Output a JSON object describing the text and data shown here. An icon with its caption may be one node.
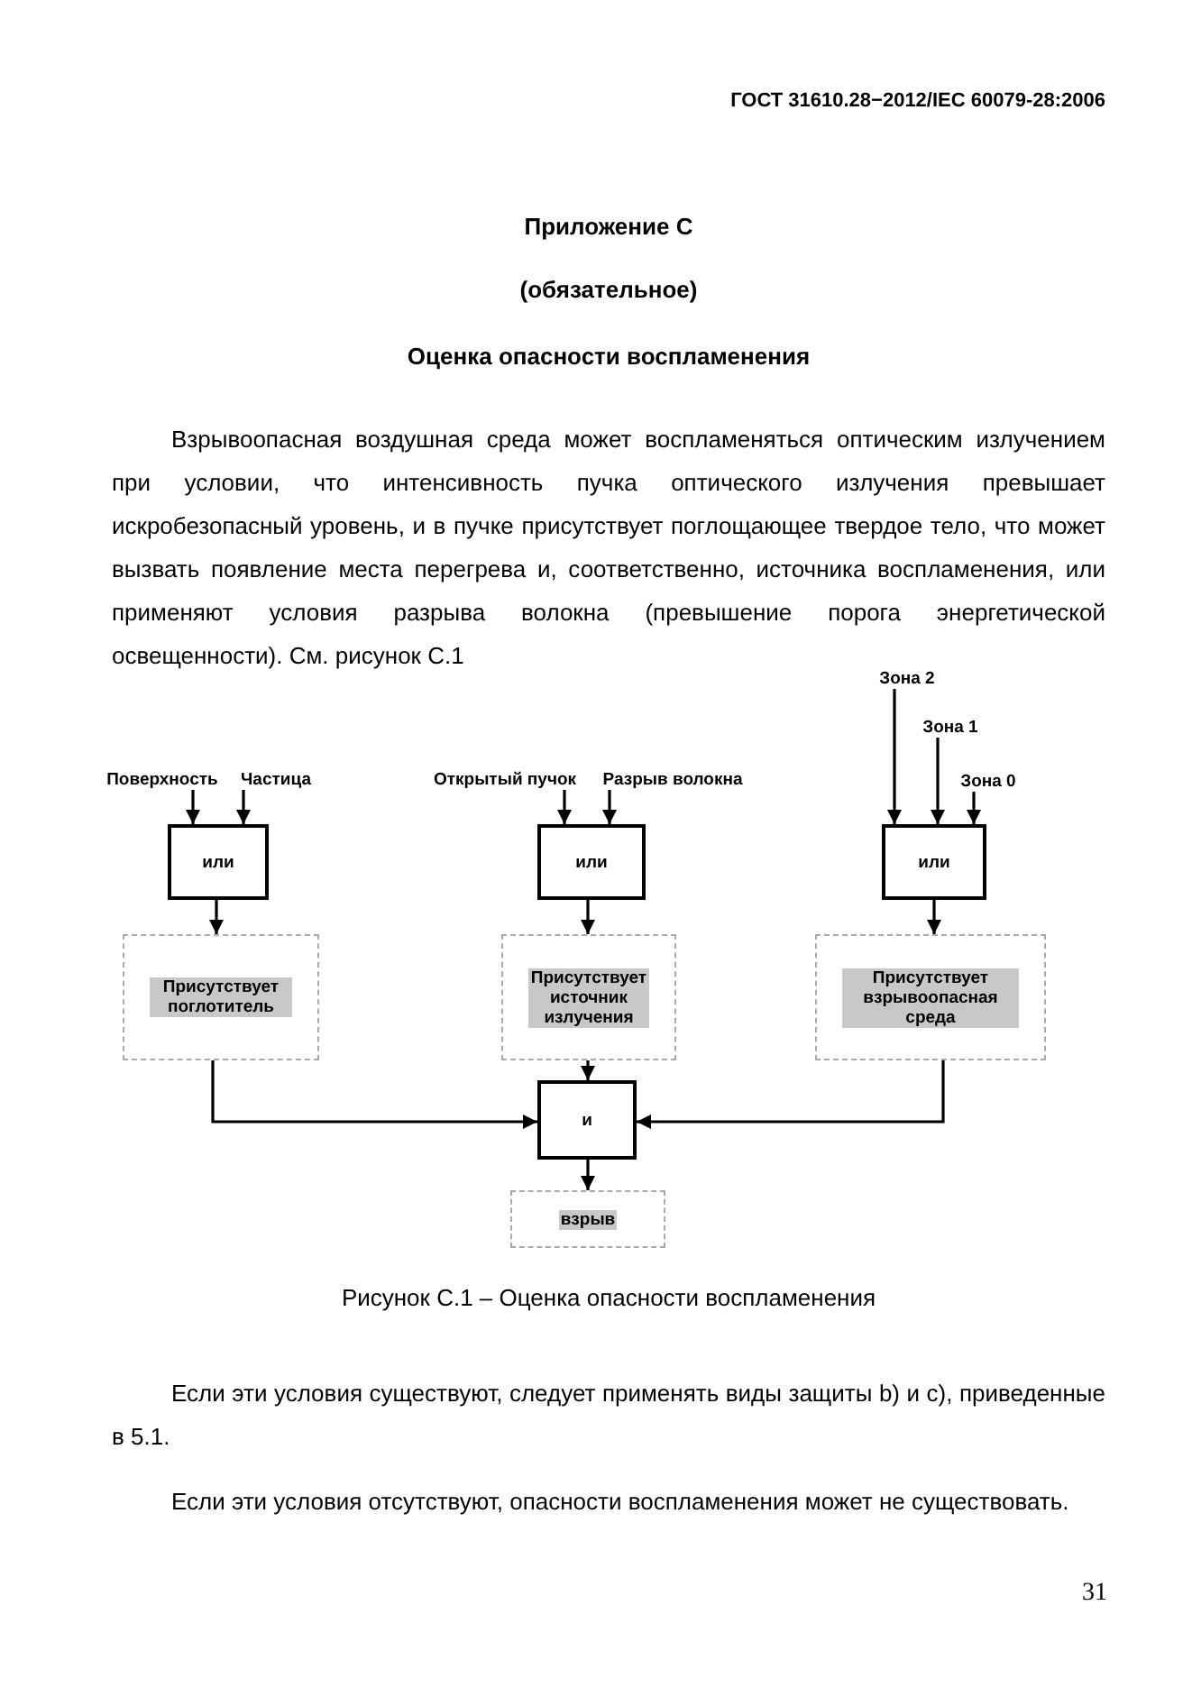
{
  "diagram": {
    "caption": "Рисунок С.1 – Оценка опасности воспламенения",
    "nodes": [
      {
        "text": [
          "Поверхность"
        ]
      },
      {
        "text": [
          "Частица"
        ]
      },
      {
        "text": [
          "или"
        ]
      },
      {
        "text": [
          "Присутствует поглотитель"
        ]
      },
      {
        "text": [
          "Открытый пучок"
        ]
      },
      {
        "text": [
          "Разрыв волокна"
        ]
      },
      {
        "text": [
          "или"
        ]
      },
      {
        "text": [
          "Присутствует источник излучения"
        ]
      },
      {
        "text": [
          "Зона 2"
        ]
      },
      {
        "text": [
          "Зона 1"
        ]
      },
      {
        "text": [
          "Зона 0"
        ]
      },
      {
        "text": [
          "или"
        ]
      },
      {
        "text": [
          "Присутствует взрывоопасная среда"
        ]
      },
      {
        "text": [
          "и"
        ]
      },
      {
        "text": [
          "взрыв"
        ]
      }
    ],
    "edges": [
      {
        "from": 0,
        "to": 2,
        "arrow": "to"
      },
      {
        "from": 1,
        "to": 2,
        "arrow": "to"
      },
      {
        "from": 2,
        "to": 3,
        "arrow": "to"
      },
      {
        "from": 4,
        "to": 6,
        "arrow": "to"
      },
      {
        "from": 5,
        "to": 6,
        "arrow": "to"
      },
      {
        "from": 6,
        "to": 7,
        "arrow": "to"
      },
      {
        "from": 8,
        "to": 11,
        "arrow": "to"
      },
      {
        "from": 9,
        "to": 11,
        "arrow": "to"
      },
      {
        "from": 10,
        "to": 11,
        "arrow": "to"
      },
      {
        "from": 11,
        "to": 12,
        "arrow": "to"
      },
      {
        "from": 3,
        "to": 13,
        "arrow": "to"
      },
      {
        "from": 7,
        "to": 13,
        "arrow": "to"
      },
      {
        "from": 12,
        "to": 13,
        "arrow": "to"
      },
      {
        "from": 13,
        "to": 14,
        "arrow": "to"
      }
    ],
    "labels": [
      "ГОСТ 31610.28−2012/IEC 60079-28:2006",
      "Приложение С",
      "(обязательное)",
      "Оценка опасности воспламенения",
      "Взрывоопасная воздушная среда может воспламеняться оптическим излучением при условии, что интенсивность пучка оптического излучения превышает искробезопасный уровень, и в пучке присутствует поглощающее твердое тело, что может вызвать появление места перегрева и, соответственно, источника воспламенения, или применяют условия разрыва волокна (превышение порога энергетической освещенности). См. рисунок С.1",
      "Если эти условия существуют, следует применять виды защиты b) и c), приведенные в 5.1.",
      "Если эти условия отсутствуют, опасности воспламенения может не существовать.",
      "31"
    ]
  }
}
